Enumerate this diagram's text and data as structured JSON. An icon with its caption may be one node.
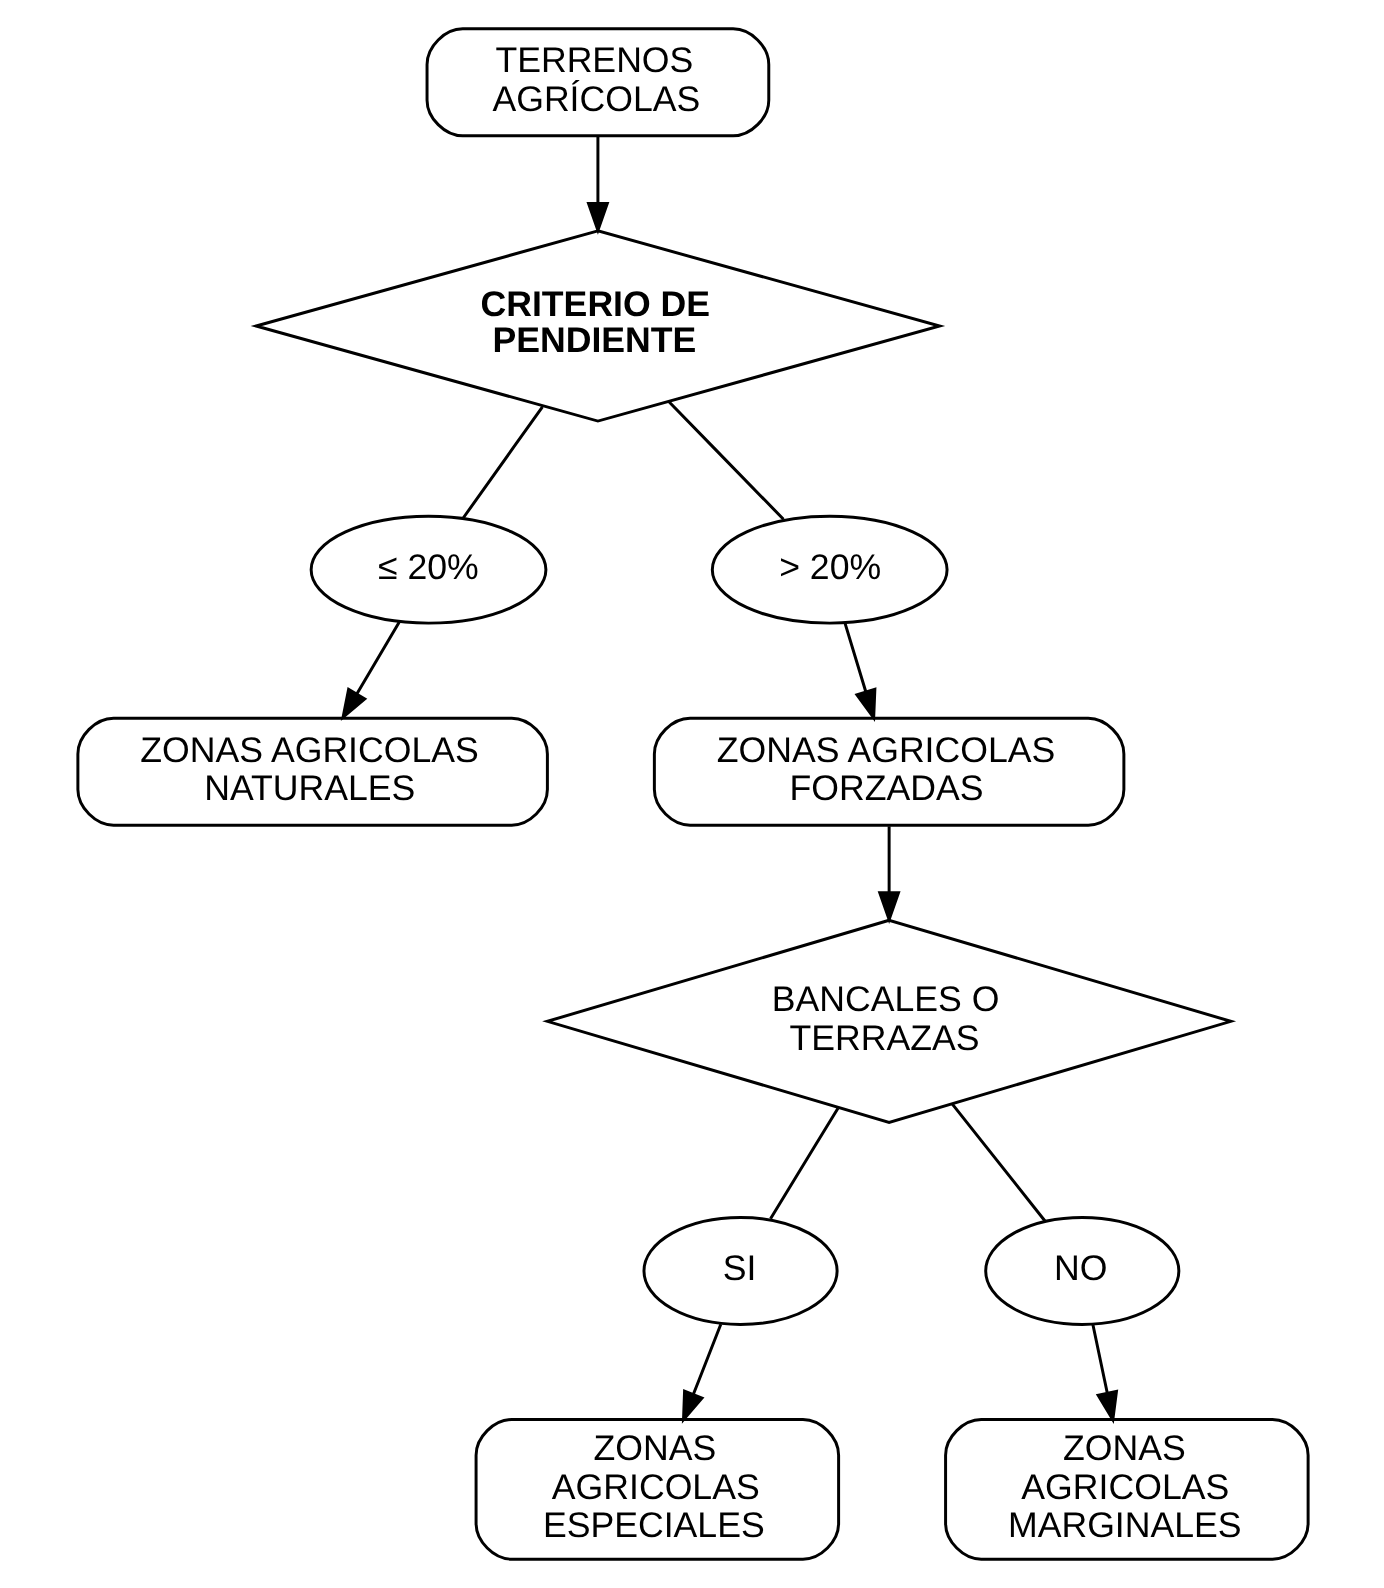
{
  "diagram": {
    "nodes": [
      {
        "text": [
          "TERRENOS AGRÍCOLAS"
        ]
      },
      {
        "text": [
          "CRITERIO DE PENDIENTE"
        ]
      },
      {
        "text": [
          "≤ 20%"
        ]
      },
      {
        "text": [
          "> 20%"
        ]
      },
      {
        "text": [
          "ZONAS AGRICOLAS NATURALES"
        ]
      },
      {
        "text": [
          "ZONAS AGRICOLAS FORZADAS"
        ]
      },
      {
        "text": [
          "BANCALES O TERRAZAS"
        ]
      },
      {
        "text": [
          "SI"
        ]
      },
      {
        "text": [
          "NO"
        ]
      },
      {
        "text": [
          "ZONAS AGRICOLAS ESPECIALES"
        ]
      },
      {
        "text": [
          "ZONAS AGRICOLAS MARGINALES"
        ]
      }
    ],
    "edges": [
      {
        "from": 0,
        "to": 1,
        "arrow": "to"
      },
      {
        "from": 1,
        "to": 2,
        "arrow": "none"
      },
      {
        "from": 1,
        "to": 3,
        "arrow": "none"
      },
      {
        "from": 2,
        "to": 4,
        "arrow": "to"
      },
      {
        "from": 3,
        "to": 5,
        "arrow": "to"
      },
      {
        "from": 5,
        "to": 6,
        "arrow": "to"
      },
      {
        "from": 6,
        "to": 7,
        "arrow": "none"
      },
      {
        "from": 6,
        "to": 8,
        "arrow": "none"
      },
      {
        "from": 7,
        "to": 9,
        "arrow": "to"
      },
      {
        "from": 8,
        "to": 10,
        "arrow": "to"
      }
    ]
  }
}
